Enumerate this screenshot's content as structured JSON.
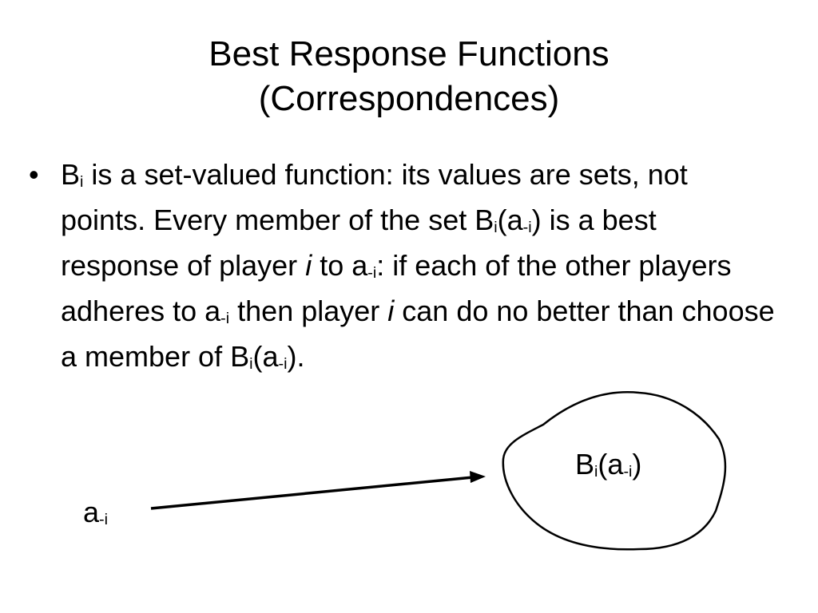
{
  "slide": {
    "title_line1": "Best Response Functions",
    "title_line2": "(Correspondences)",
    "bullet": {
      "marker": "•",
      "p1": "B",
      "s1": "i",
      "p2": " is a set-valued function: its values are sets, not points. Every member of the set B",
      "s2": "i",
      "p3": "(a",
      "s3": "-i",
      "p4": ") is a best response of player ",
      "i1": "i",
      "p5": " to a",
      "s4": "-i",
      "p6": ": if each of the other players adheres to a",
      "s5": "-i",
      "p7": " then player ",
      "i2": "i",
      "p8": " can do no better than choose a member of B",
      "s6": "i",
      "p9": "(a",
      "s7": "-i",
      "p10": ")."
    },
    "diagram": {
      "label_a_main": "a",
      "label_a_sub": "-i",
      "label_b_main": "B",
      "label_b_sub": "i",
      "label_b_mid": "(a",
      "label_b_sub2": "-i",
      "label_b_end": ")"
    }
  }
}
